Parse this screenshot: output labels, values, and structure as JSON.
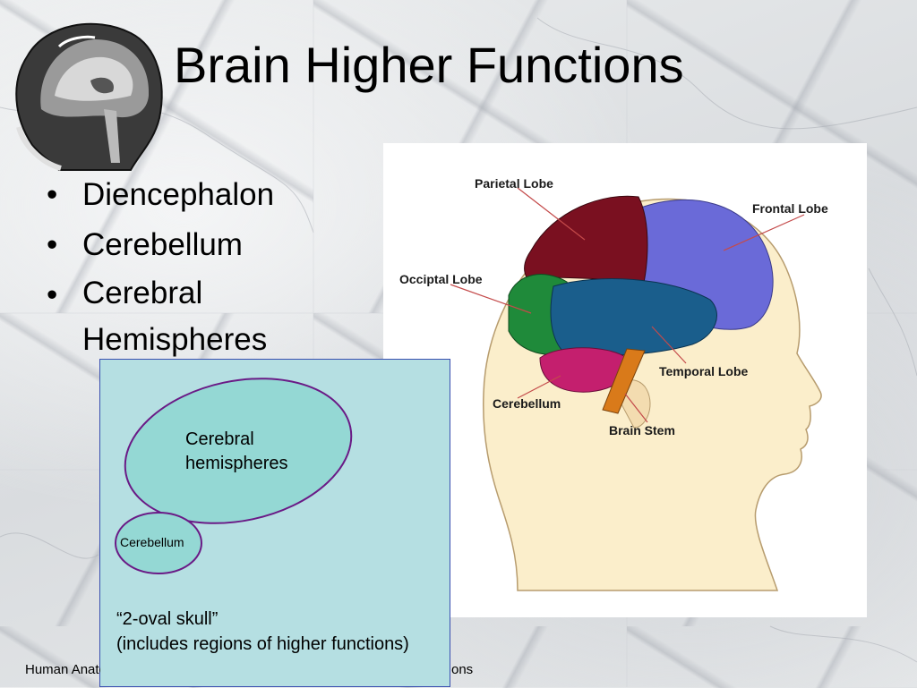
{
  "slide": {
    "title": "Brain Higher Functions",
    "bullets": [
      "Diencephalon",
      "Cerebellum",
      "Cerebral",
      "Hemispheres"
    ]
  },
  "figure": {
    "labels": {
      "parietal": "Parietal Lobe",
      "frontal": "Frontal Lobe",
      "occipital": "Occiptal Lobe",
      "temporal": "Temporal Lobe",
      "cerebellum": "Cerebellum",
      "brain_stem": "Brain Stem"
    },
    "colors": {
      "parietal": "#7a1020",
      "frontal": "#6a6ad8",
      "occipital": "#1f8a3a",
      "temporal": "#1a5e8c",
      "cerebellum": "#c41f6e",
      "brain_stem": "#d97a1a",
      "skin": "#fbeecb"
    }
  },
  "diagram": {
    "large_oval_label_line1": "Cerebral",
    "large_oval_label_line2": "hemispheres",
    "small_oval_label": "Cerebellum",
    "caption_line1": "“2-oval skull”",
    "caption_line2": "(includes regions of higher functions)",
    "panel_color": "#b5dfe2",
    "oval_fill": "#94d8d4",
    "oval_stroke": "#6a1a86"
  },
  "footer": {
    "left": "Human Anatomy",
    "right": "ons"
  }
}
